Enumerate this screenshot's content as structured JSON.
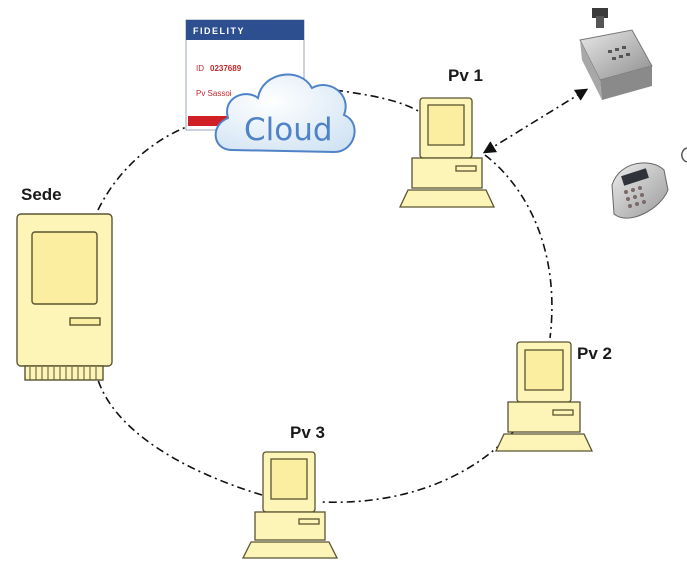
{
  "nodes": {
    "sede": {
      "label": "Sede"
    },
    "pv1": {
      "label": "Pv 1"
    },
    "pv2": {
      "label": "Pv 2"
    },
    "pv3": {
      "label": "Pv 3"
    }
  },
  "card": {
    "title": "FIDELITY",
    "id_label": "ID",
    "id_value": "0237689",
    "name_text": "Pv Sassoi"
  },
  "cloud": {
    "label": "Cloud"
  },
  "icons": [
    "computer-icon",
    "cloud-icon",
    "fidelity-card-icon",
    "cash-register-icon",
    "pos-terminal-icon"
  ],
  "colors": {
    "computer_fill": "#fdf4b8",
    "computer_stroke": "#5a5430",
    "cloud_text": "#4f82c7",
    "card_header": "#2e4f8f",
    "card_accent": "#d11f26",
    "link_line": "#111111"
  }
}
